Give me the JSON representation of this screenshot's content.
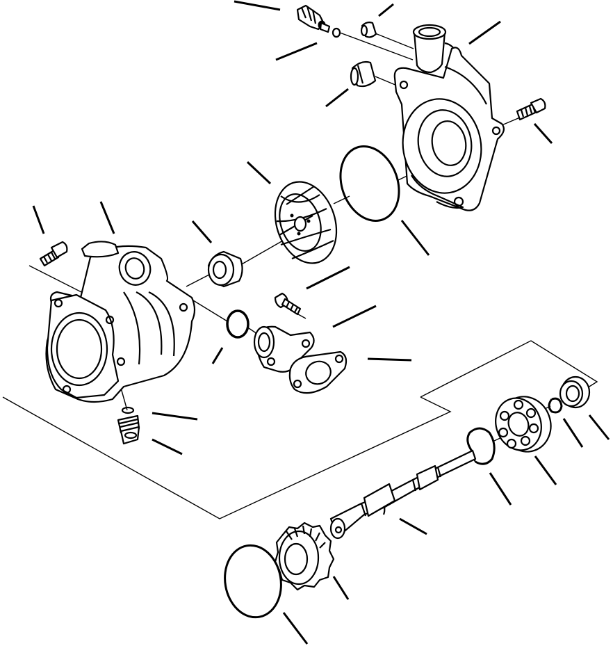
{
  "diagram": {
    "kind": "exploded-view parts illustration",
    "colors": {
      "line": "#000000",
      "background": "#ffffff"
    },
    "parts": [
      "upper-elbow-fitting",
      "upper-small-o-ring",
      "upper-plug",
      "pump-cover",
      "cover-plug",
      "cover-bolt",
      "cover-o-ring",
      "impeller",
      "seal",
      "pump-body",
      "body-bolt",
      "body-o-ring",
      "elbow-bolt",
      "outlet-elbow",
      "elbow-gasket",
      "drain-o-ring",
      "drain-plug",
      "oil-seal",
      "snap-ring-small",
      "ball-bearing",
      "snap-ring-large",
      "pump-shaft",
      "drive-gear",
      "gear-o-ring"
    ]
  }
}
